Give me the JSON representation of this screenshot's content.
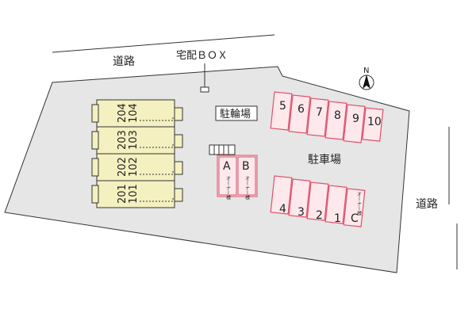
{
  "labels": {
    "road_top": "道路",
    "road_right": "道路",
    "delivery_box": "宅配ＢＯＸ",
    "bicycle_parking": "駐輪場",
    "car_parking": "駐車場",
    "north": "N"
  },
  "building": {
    "units": [
      {
        "upper": "204",
        "lower": "104"
      },
      {
        "upper": "203",
        "lower": "103"
      },
      {
        "upper": "202",
        "lower": "102"
      },
      {
        "upper": "201",
        "lower": "101"
      }
    ]
  },
  "owner_spaces": [
    {
      "letter": "A",
      "note": "オーナー様"
    },
    {
      "letter": "B",
      "note": "オーナー様"
    }
  ],
  "parking_top": [
    "5",
    "6",
    "7",
    "8",
    "9",
    "10"
  ],
  "parking_bottom": [
    "4",
    "3",
    "2",
    "1"
  ],
  "parking_owner_c": {
    "letter": "C",
    "note": "オーナー様"
  },
  "colors": {
    "site_fill": "#e6e6e6",
    "building_fill": "#f4f0c0",
    "parking_stroke": "#e0506a",
    "parking_fill": "#fde8ec",
    "line": "#333333"
  }
}
